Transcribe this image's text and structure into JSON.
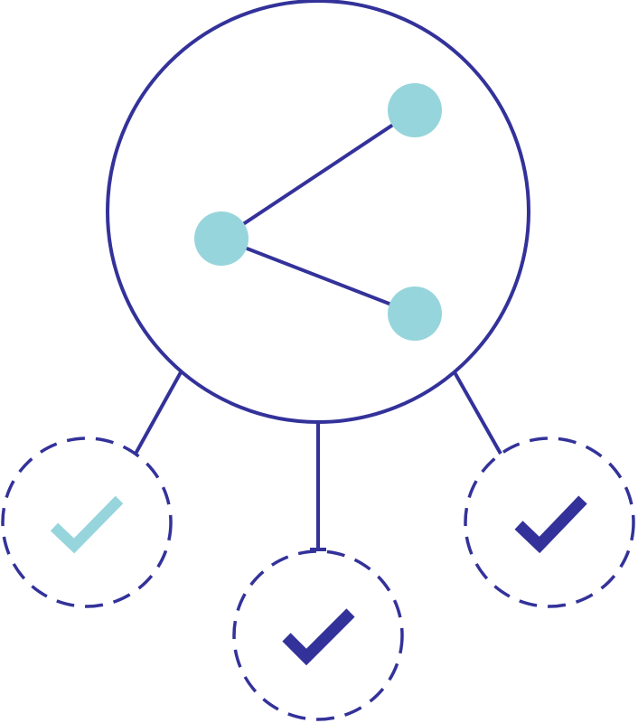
{
  "colors": {
    "primary": "#33329a",
    "accent": "#97d5dc",
    "background": "#ffffff"
  },
  "icons": {
    "hub": "share-icon",
    "outcomes": [
      {
        "icon": "check-icon",
        "color": "accent",
        "state": "light"
      },
      {
        "icon": "check-icon",
        "color": "primary",
        "state": "dark"
      },
      {
        "icon": "check-icon",
        "color": "primary",
        "state": "dark"
      }
    ]
  }
}
